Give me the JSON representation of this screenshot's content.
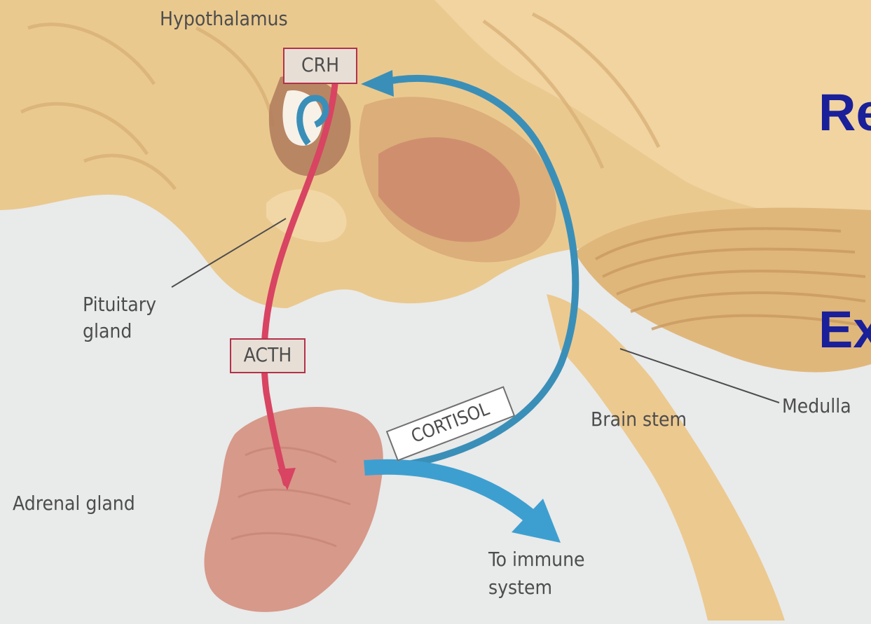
{
  "labels": {
    "hypothalamus": "Hypothalamus",
    "crh": "CRH",
    "pituitary_line1": "Pituitary",
    "pituitary_line2": "gland",
    "acth": "ACTH",
    "cortisol": "CORTISOL",
    "brain_stem": "Brain stem",
    "medulla": "Medulla",
    "adrenal_gland": "Adrenal gland",
    "immune_line1": "To immune",
    "immune_line2": "system"
  },
  "side_text": {
    "line1": "Re",
    "line2": "Ex"
  },
  "colors": {
    "background": "#e9eaea",
    "brain": "#eac98f",
    "acth_arrow": "#d84462",
    "cortisol_arrow": "#3a8fb8",
    "heading_text": "#1a1f9a"
  }
}
